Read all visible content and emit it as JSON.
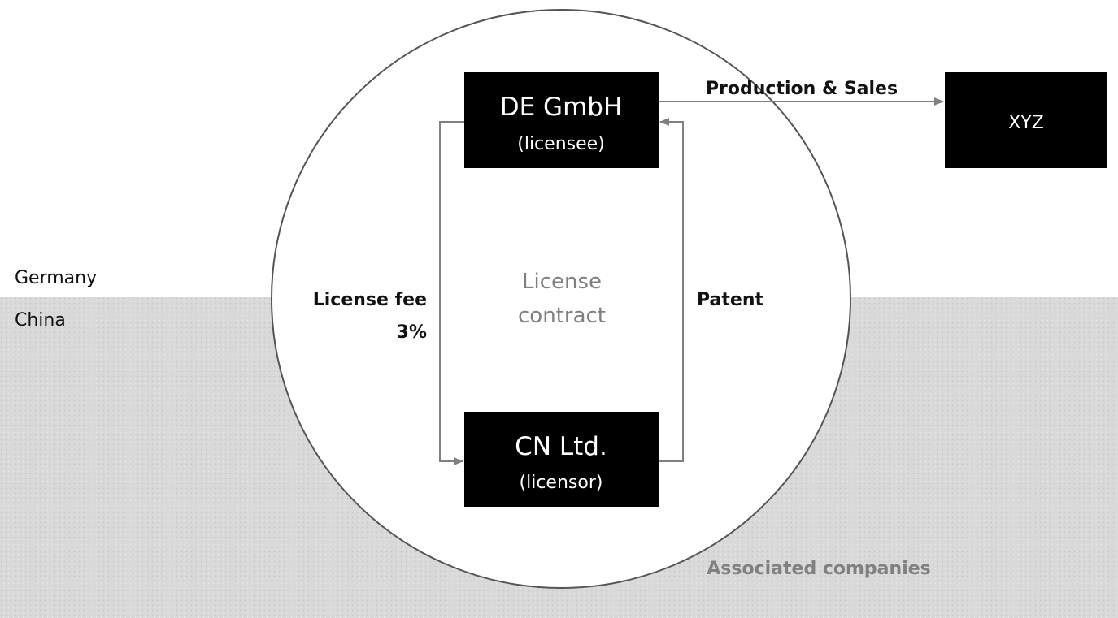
{
  "regions": {
    "upper_label": "Germany",
    "lower_label": "China"
  },
  "nodes": {
    "de": {
      "title": "DE GmbH",
      "subtitle": "(licensee)"
    },
    "cn": {
      "title": "CN Ltd.",
      "subtitle": "(licensor)"
    },
    "xyz": {
      "label": "XYZ"
    }
  },
  "edges": {
    "production": {
      "label": "Production & Sales"
    },
    "license_fee": {
      "line1": "License fee",
      "line2": "3%"
    },
    "patent": {
      "label": "Patent"
    }
  },
  "center": {
    "line1": "License",
    "line2": "contract"
  },
  "group": {
    "label": "Associated companies"
  },
  "colors": {
    "box_fill": "#000000",
    "region_fill": "#d9d9d9",
    "arrow": "#808080"
  }
}
